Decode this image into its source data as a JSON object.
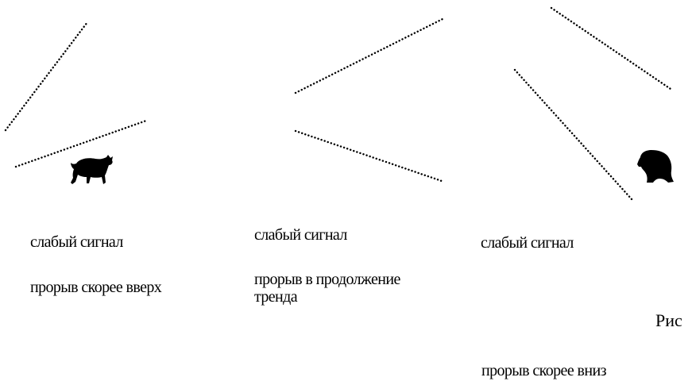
{
  "panels": [
    {
      "id": "bull",
      "signal_label": "слабый сигнал",
      "breakout_label": "прорыв скорее вверх",
      "icon": "bull-icon"
    },
    {
      "id": "neutral",
      "signal_label": "слабый сигнал",
      "breakout_label": "прорыв в продолжение тренда",
      "icon": ""
    },
    {
      "id": "bear",
      "signal_label": "слабый сигнал",
      "breakout_label": "прорыв скорее вниз",
      "icon": "bear-icon"
    }
  ],
  "caption_fragment": "Рис",
  "colors": {
    "line": "#000000",
    "background": "#ffffff",
    "text": "#000000"
  }
}
